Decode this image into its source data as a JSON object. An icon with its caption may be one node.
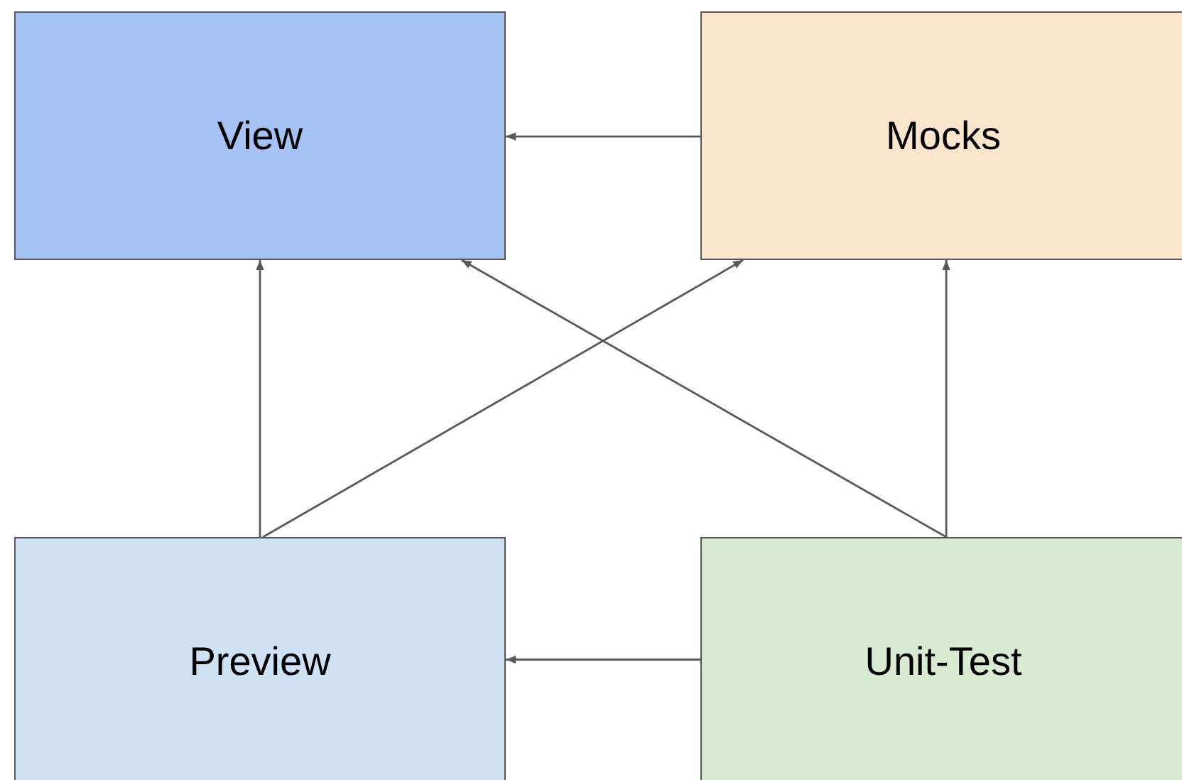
{
  "diagram": {
    "nodes": [
      {
        "text": [
          "View"
        ]
      },
      {
        "text": [
          "Mocks"
        ]
      },
      {
        "text": [
          "Preview"
        ]
      },
      {
        "text": [
          "Unit-Test"
        ]
      }
    ],
    "edges": [
      {
        "from": 1,
        "to": 0,
        "arrow": "to"
      },
      {
        "from": 2,
        "to": 0,
        "arrow": "to"
      },
      {
        "from": 2,
        "to": 1,
        "arrow": "to"
      },
      {
        "from": 3,
        "to": 0,
        "arrow": "to"
      },
      {
        "from": 3,
        "to": 1,
        "arrow": "to"
      },
      {
        "from": 3,
        "to": 2,
        "arrow": "to"
      }
    ]
  }
}
